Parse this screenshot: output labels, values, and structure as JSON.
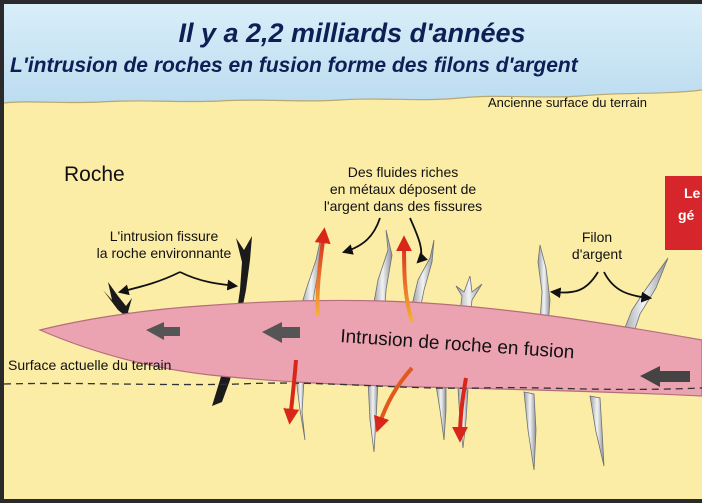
{
  "title": "Il y a 2,2 milliards d'années",
  "subtitle": "L'intrusion de roches en fusion forme des filons d'argent",
  "labels": {
    "old_surface": "Ancienne surface du terrain",
    "rock": "Roche",
    "fluids": [
      "Des fluides riches",
      "en métaux déposent de",
      "l'argent dans des fissures"
    ],
    "intrusion_cracks": [
      "L'intrusion fissure",
      "la roche environnante"
    ],
    "vein": [
      "Filon",
      "d'argent"
    ],
    "red_box": [
      "Le",
      "gé"
    ],
    "current_surface": "Surface actuelle du terrain",
    "intrusion": "Intrusion de roche en fusion"
  },
  "colors": {
    "sky": "#c9e3f3",
    "rock": "#fbeca6",
    "magma": "#eca3b1",
    "title": "#0d1f55",
    "fluid_arrow": "#d83a16",
    "red_box": "#d7262b",
    "frame": "#2a2a2a"
  }
}
